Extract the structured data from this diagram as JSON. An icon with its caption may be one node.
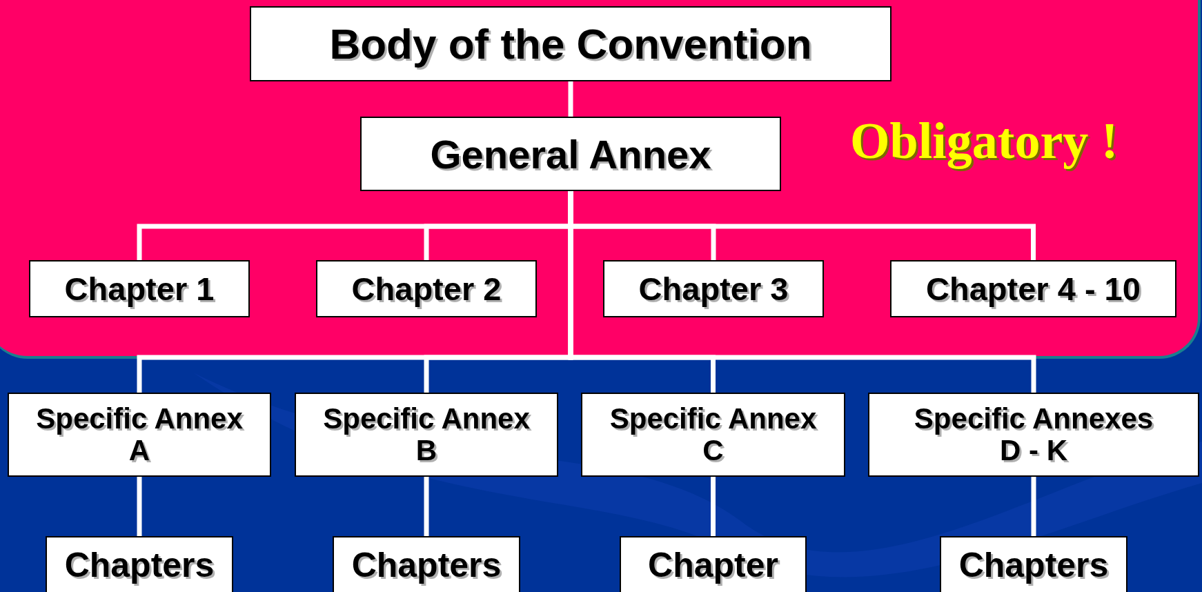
{
  "diagram": {
    "nodes": [
      {
        "text": [
          "Obligatory !"
        ]
      },
      {
        "text": [
          "Body of the Convention"
        ],
        "in": 0
      },
      {
        "text": [
          "General Annex"
        ],
        "in": 0
      },
      {
        "text": [
          "Chapter 1"
        ],
        "in": 0
      },
      {
        "text": [
          "Chapter 2"
        ],
        "in": 0
      },
      {
        "text": [
          "Chapter 3"
        ],
        "in": 0
      },
      {
        "text": [
          "Chapter 4 - 10"
        ],
        "in": 0
      },
      {
        "text": [
          "Specific Annex A"
        ]
      },
      {
        "text": [
          "Specific Annex B"
        ]
      },
      {
        "text": [
          "Specific Annex C"
        ]
      },
      {
        "text": [
          "Specific Annexes D - K"
        ]
      },
      {
        "text": [
          "Chapters"
        ]
      },
      {
        "text": [
          "Chapters"
        ]
      },
      {
        "text": [
          "Chapter"
        ]
      },
      {
        "text": [
          "Chapters"
        ]
      }
    ],
    "edges": [
      {
        "from": 1,
        "to": 2,
        "arrow": "none"
      },
      {
        "from": 2,
        "to": 3,
        "arrow": "none"
      },
      {
        "from": 2,
        "to": 4,
        "arrow": "none"
      },
      {
        "from": 2,
        "to": 5,
        "arrow": "none"
      },
      {
        "from": 2,
        "to": 6,
        "arrow": "none"
      },
      {
        "from": 2,
        "to": 7,
        "arrow": "none"
      },
      {
        "from": 2,
        "to": 8,
        "arrow": "none"
      },
      {
        "from": 2,
        "to": 9,
        "arrow": "none"
      },
      {
        "from": 2,
        "to": 10,
        "arrow": "none"
      },
      {
        "from": 7,
        "to": 11,
        "arrow": "none"
      },
      {
        "from": 8,
        "to": 12,
        "arrow": "none"
      },
      {
        "from": 9,
        "to": 13,
        "arrow": "none"
      },
      {
        "from": 10,
        "to": 14,
        "arrow": "none"
      }
    ]
  }
}
